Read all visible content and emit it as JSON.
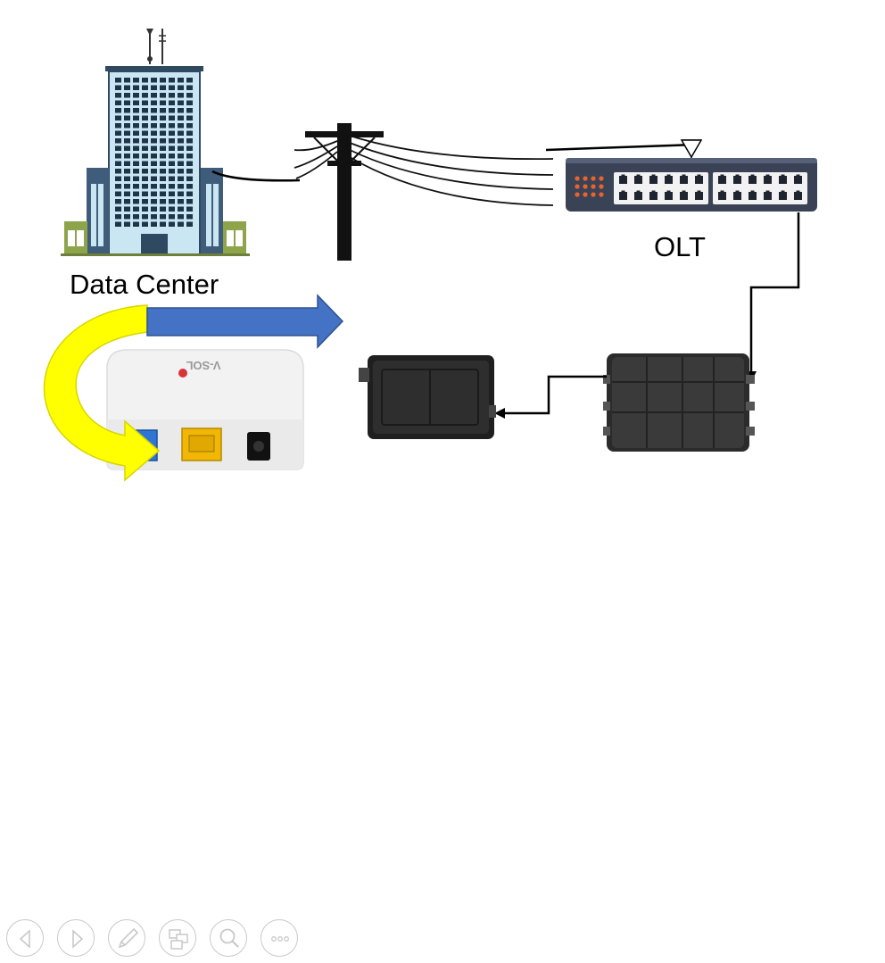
{
  "diagram": {
    "labels": {
      "data_center": "Data Center",
      "olt": "OLT"
    },
    "device_brand": "V-SOL",
    "colors": {
      "building_glass": "#c9e6f2",
      "building_frame": "#2f4a60",
      "building_annex": "#8da44a",
      "pole": "#111111",
      "olt_body": "#3a4356",
      "olt_port_orange": "#e8632c",
      "blue_arrow": "#4472c4",
      "yellow_arrow": "#ffff00",
      "enclosure": "#2a2a2a",
      "ont_body": "#f2f2f2",
      "ont_port_blue": "#2e75d6",
      "ont_port_yellow": "#f2b705"
    }
  },
  "toolbar": {
    "buttons": [
      "previous",
      "next",
      "pen",
      "slides",
      "zoom",
      "more"
    ]
  }
}
